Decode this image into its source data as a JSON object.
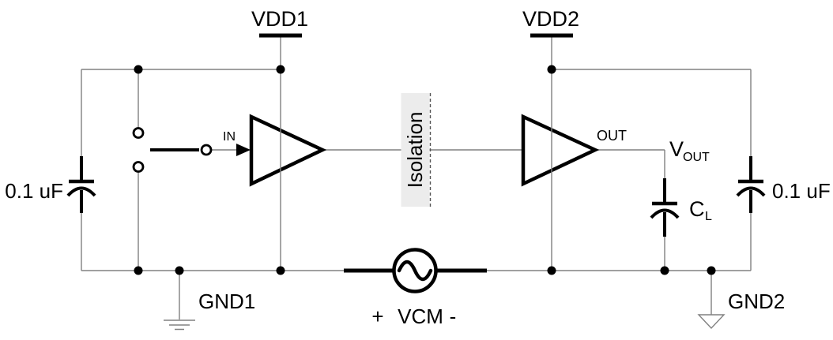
{
  "colors": {
    "wire": "#808080",
    "component": "#000000",
    "isolation_fill": "#ececec",
    "isolation_dash": "#555555",
    "paper": "#ffffff",
    "text": "#000000"
  },
  "labels": {
    "vdd1": "VDD1",
    "vdd2": "VDD2",
    "gnd1": "GND1",
    "gnd2": "GND2",
    "cap_left": "0.1 uF",
    "cap_right": "0.1 uF",
    "cl_main": "C",
    "cl_sub": "L",
    "vout_main": "V",
    "vout_sub": "OUT",
    "in_pin": "IN",
    "out_pin": "OUT",
    "isolation": "Isolation",
    "vcm_plus": "+",
    "vcm": "VCM",
    "vcm_minus": "-"
  }
}
